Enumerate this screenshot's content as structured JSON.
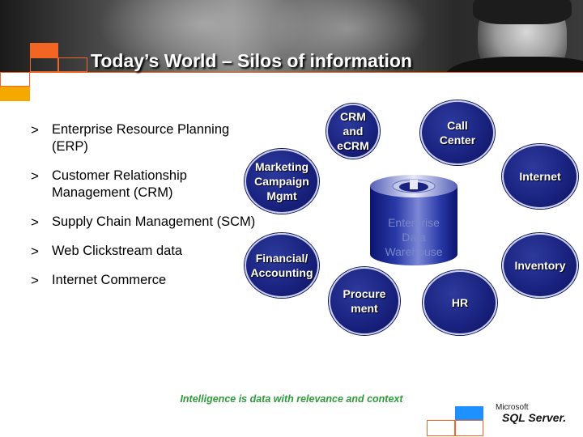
{
  "slide": {
    "title": "Today’s World – Silos of information",
    "bullets": [
      {
        "marker": ">",
        "text": "Enterprise Resource Planning (ERP)"
      },
      {
        "marker": ">",
        "text": "Customer Relationship Management (CRM)"
      },
      {
        "marker": ">",
        "text": "Supply Chain Management (SCM)"
      },
      {
        "marker": ">",
        "text": "Web Clickstream data"
      },
      {
        "marker": ">",
        "text": "Internet Commerce"
      }
    ],
    "footer": "Intelligence is data with relevance and context"
  },
  "diagram": {
    "center_label": "Enterprise\nData\nWarehouse",
    "nodes": {
      "crm": "CRM\nand\neCRM",
      "call_center": "Call\nCenter",
      "marketing": "Marketing\nCampaign\nMgmt",
      "internet": "Internet",
      "financial": "Financial/\nAccounting",
      "inventory": "Inventory",
      "procurement": "Procure\nment",
      "hr": "HR"
    }
  },
  "logo": {
    "company": "Microsoft",
    "product": "SQL Server."
  },
  "colors": {
    "node_fill": "#1a2380",
    "accent_orange": "#f26522",
    "accent_yellow": "#f5a800",
    "accent_blue": "#1e90ff",
    "footer_green": "#2e9a3a"
  }
}
